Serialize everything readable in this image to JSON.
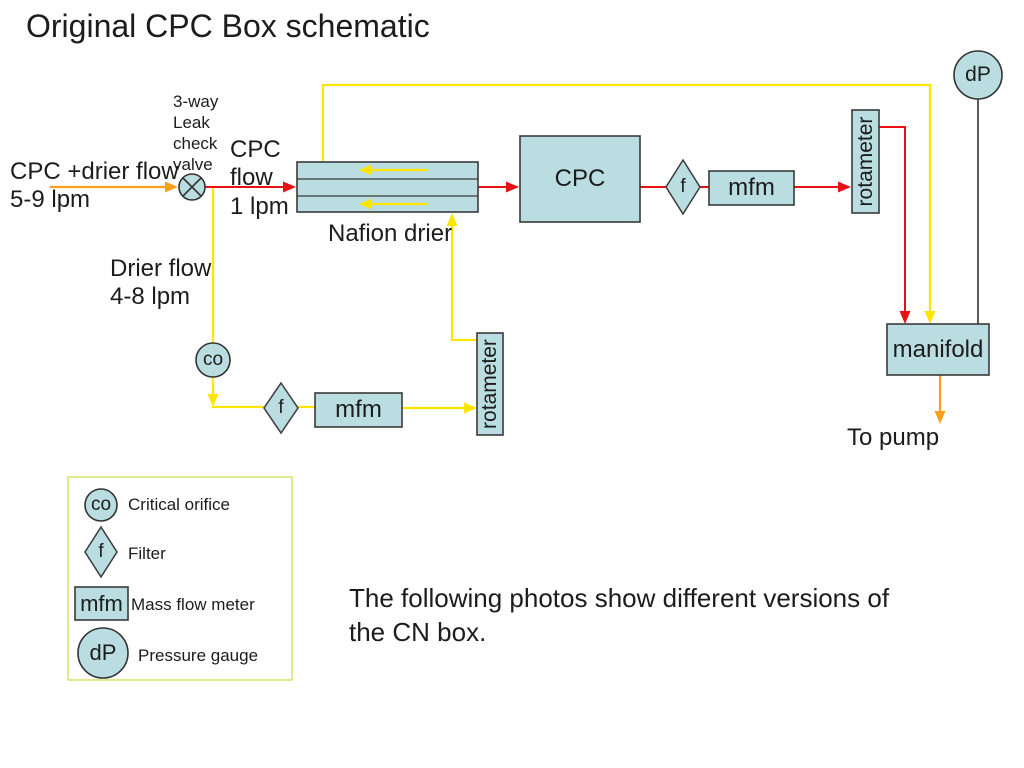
{
  "slide": {
    "title": "Original CPC Box schematic",
    "caption": "The following photos show different versions of\nthe CN box."
  },
  "diagram": {
    "inlet_label": "CPC +drier flow\n5-9 lpm",
    "valve_label": "3-way\nLeak\ncheck\nvalve",
    "cpc_flow_label": "CPC\nflow\n1 lpm",
    "nafion_drier_label": "Nafion drier",
    "drier_flow_label": "Drier flow\n4-8 lpm",
    "cpc_box_label": "CPC",
    "filter_top_label": "f",
    "mfm_top_label": "mfm",
    "rotameter_top_label": "rotameter",
    "dp_gauge_label": "dP",
    "manifold_label": "manifold",
    "to_pump_label": "To pump",
    "critical_orifice_label": "co",
    "filter_bottom_label": "f",
    "mfm_bottom_label": "mfm",
    "rotameter_bottom_label": "rotameter"
  },
  "legend": {
    "items": [
      {
        "symbol": "co",
        "label": "Critical orifice"
      },
      {
        "symbol": "f",
        "label": "Filter"
      },
      {
        "symbol": "mfm",
        "label": "Mass flow meter"
      },
      {
        "symbol": "dP",
        "label": "Pressure gauge"
      }
    ]
  },
  "colors": {
    "box_fill": "#b9dde0",
    "box_stroke": "#3a3a3a",
    "yellow_line": "#ffe500",
    "red_line": "#e81010",
    "orange_line": "#ff9e1b",
    "black_line": "#333333",
    "legend_border": "#dce780"
  }
}
